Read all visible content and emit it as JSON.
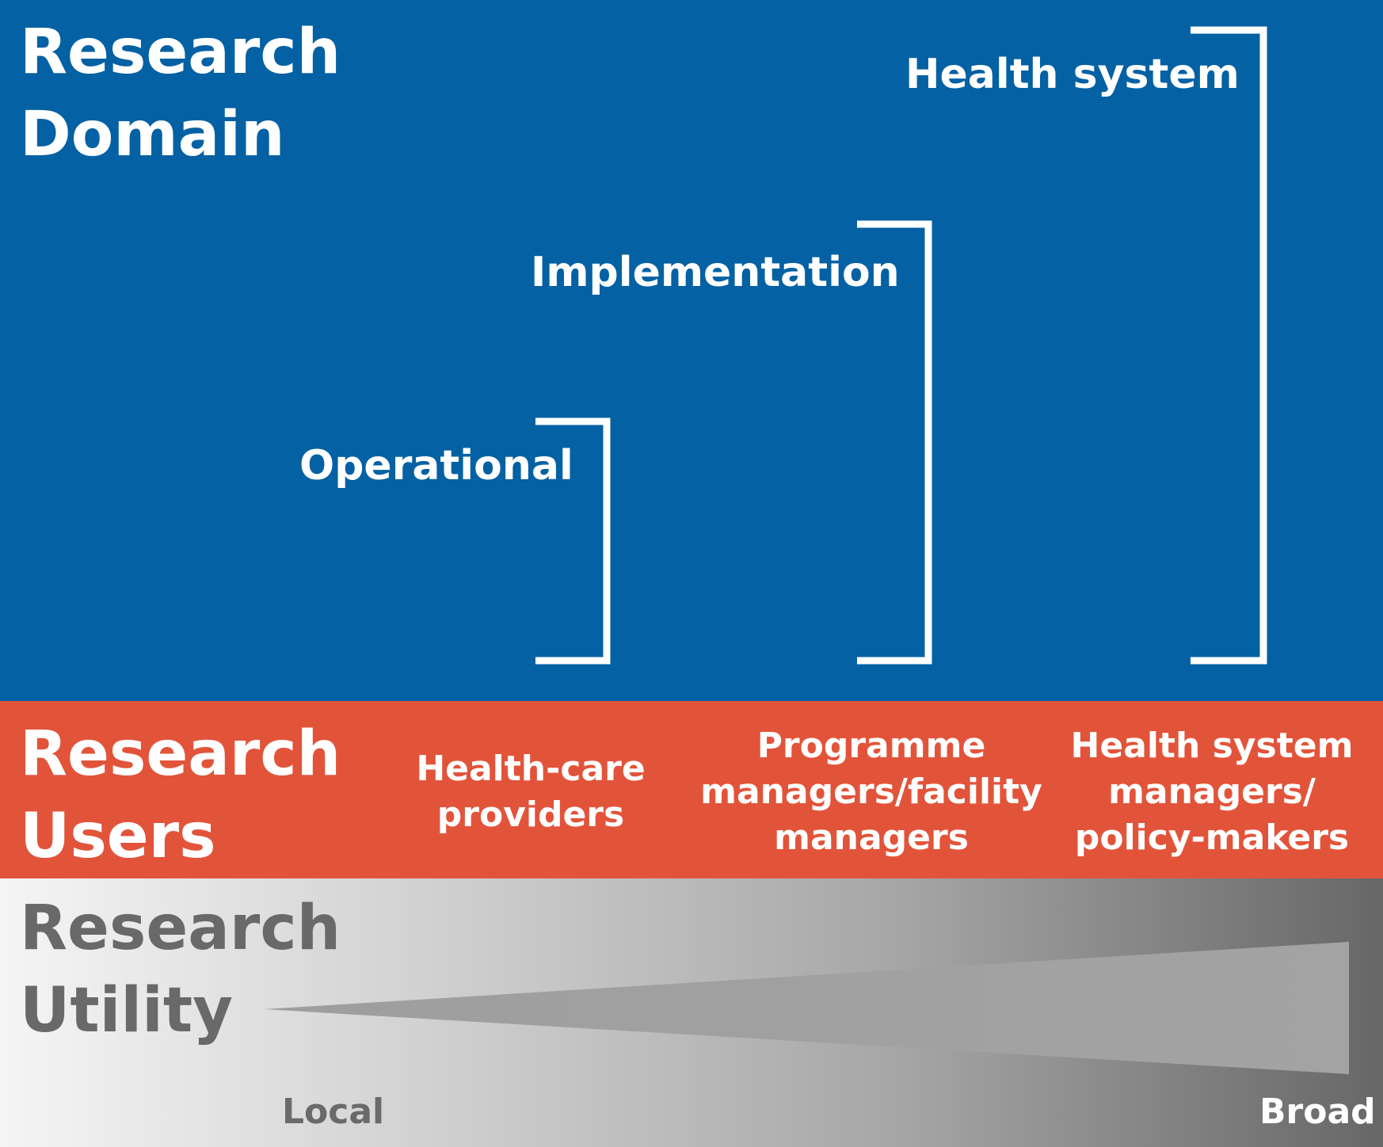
{
  "domain_section": {
    "title_line1": "Research",
    "title_line2": "Domain",
    "levels": [
      {
        "label": "Health system"
      },
      {
        "label": "Implementation"
      },
      {
        "label": "Operational"
      }
    ],
    "color": "#0461a3"
  },
  "users_section": {
    "title_line1": "Research",
    "title_line2": "Users",
    "users": [
      {
        "lines": [
          "Health-care",
          "providers"
        ]
      },
      {
        "lines": [
          "Programme",
          "managers/facility",
          "managers"
        ]
      },
      {
        "lines": [
          "Health system",
          "managers/",
          "policy-makers"
        ]
      }
    ],
    "color": "#e2543a"
  },
  "utility_section": {
    "title_line1": "Research",
    "title_line2": "Utility",
    "scale_start": "Local",
    "scale_end": "Broad"
  }
}
